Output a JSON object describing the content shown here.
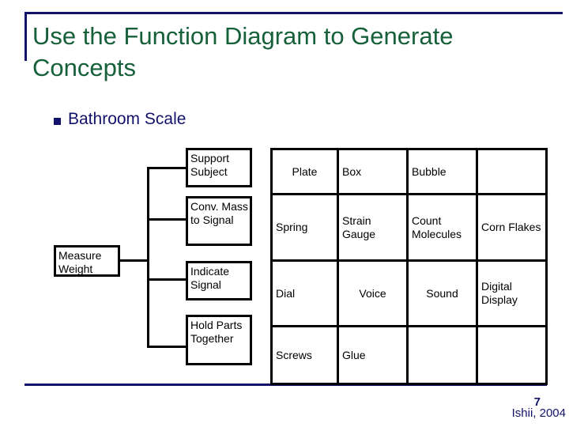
{
  "slide": {
    "title": "Use the Function Diagram to Generate Concepts",
    "bullet": {
      "marker": "square-bullet-icon",
      "text": "Bathroom Scale"
    },
    "accent_color": "#13126b",
    "title_color": "#16603a"
  },
  "diagram": {
    "root": {
      "label": "Measure Weight"
    },
    "functions": [
      {
        "label": "Support Subject"
      },
      {
        "label": "Conv. Mass to Signal"
      },
      {
        "label": "Indicate Signal"
      },
      {
        "label": "Hold Parts Together"
      }
    ]
  },
  "concept_table": {
    "rows": [
      {
        "cells": [
          {
            "text": "Plate",
            "align": "ctr"
          },
          {
            "text": "Box",
            "align": "lft"
          },
          {
            "text": "Bubble",
            "align": "lft"
          },
          {
            "text": "",
            "align": "lft"
          }
        ]
      },
      {
        "cells": [
          {
            "text": "Spring",
            "align": "lft"
          },
          {
            "text": "Strain Gauge",
            "align": "lft"
          },
          {
            "text": "Count Molecules",
            "align": "lft"
          },
          {
            "text": "Corn Flakes",
            "align": "lft"
          }
        ]
      },
      {
        "cells": [
          {
            "text": "Dial",
            "align": "lft"
          },
          {
            "text": "Voice",
            "align": "ctr"
          },
          {
            "text": "Sound",
            "align": "ctr"
          },
          {
            "text": "Digital Display",
            "align": "lft"
          }
        ]
      },
      {
        "cells": [
          {
            "text": "Screws",
            "align": "lft"
          },
          {
            "text": "Glue",
            "align": "lft"
          },
          {
            "text": "",
            "align": "lft"
          },
          {
            "text": "",
            "align": "lft"
          }
        ]
      }
    ]
  },
  "footer": {
    "page_number": "7",
    "credit": "Ishii, 2004"
  }
}
